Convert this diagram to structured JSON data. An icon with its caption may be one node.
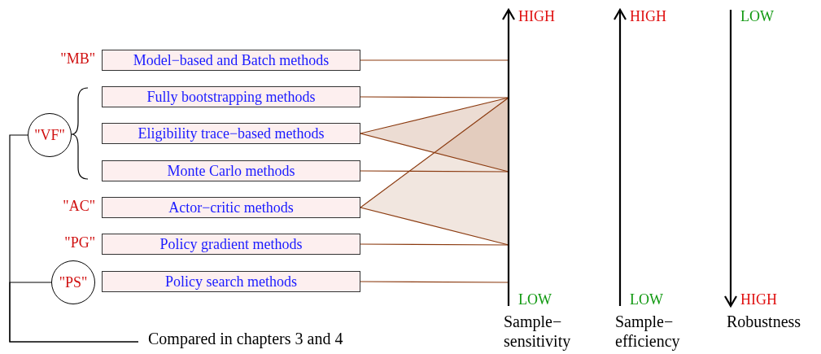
{
  "diagram": {
    "nodes": [
      {
        "text": [
          "Model−based and Batch methods"
        ],
        "beside": [
          "\"MB\""
        ]
      },
      {
        "text": [
          "Fully bootstrapping methods"
        ]
      },
      {
        "text": [
          "Eligibility trace−based methods"
        ]
      },
      {
        "text": [
          "Monte Carlo methods"
        ]
      },
      {
        "text": [
          "Actor−critic methods"
        ],
        "beside": [
          "\"AC\""
        ]
      },
      {
        "text": [
          "Policy gradient methods"
        ],
        "beside": [
          "\"PG\""
        ]
      },
      {
        "text": [
          "Policy search methods"
        ]
      },
      {
        "text": [
          "\"VF\""
        ]
      },
      {
        "text": [
          "\"PS\""
        ]
      },
      {
        "text": [
          "Compared in chapters 3 and 4"
        ]
      },
      {
        "text": [],
        "shape": "arrow"
      }
    ],
    "edges": [
      {
        "from": 0,
        "to": 10,
        "arrow": "none"
      },
      {
        "from": 1,
        "to": 10,
        "arrow": "none"
      },
      {
        "from": 2,
        "to": 10,
        "arrow": "none"
      },
      {
        "from": 2,
        "to": 10,
        "arrow": "none"
      },
      {
        "from": 3,
        "to": 10,
        "arrow": "none"
      },
      {
        "from": 4,
        "to": 10,
        "arrow": "none"
      },
      {
        "from": 4,
        "to": 10,
        "arrow": "none"
      },
      {
        "from": 5,
        "to": 10,
        "arrow": "none"
      },
      {
        "from": 6,
        "to": 10,
        "arrow": "none"
      },
      {
        "from": 7,
        "to": 9,
        "arrow": "none",
        "color": "#000000"
      },
      {
        "from": 8,
        "to": 9,
        "arrow": "none",
        "color": "#000000"
      }
    ],
    "labels": [
      "HIGH",
      "HIGH",
      "LOW",
      "LOW",
      "LOW",
      "HIGH",
      "Sample− sensitivity",
      "Sample− efficiency",
      "Robustness"
    ]
  }
}
